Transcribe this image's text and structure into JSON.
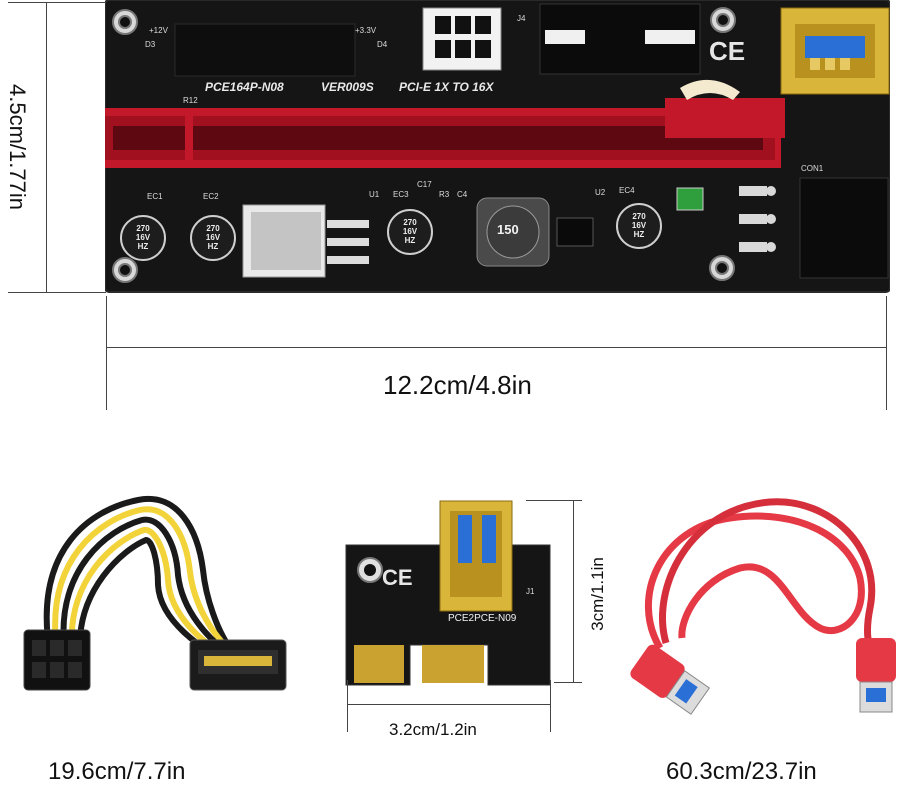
{
  "dimensions": {
    "board_height": "4.5cm/1.77in",
    "board_width": "12.2cm/4.8in",
    "cable_6pin_length": "19.6cm/7.7in",
    "adapter_width": "3.2cm/1.2in",
    "adapter_height": "3cm/1.1in",
    "usb_cable_length": "60.3cm/23.7in"
  },
  "board_markings": {
    "model": "PCE164P-N08",
    "version": "VER009S",
    "slot_label": "PCI-E 1X TO 16X",
    "v12": "+12V",
    "v33": "+3.3V",
    "inductor": "150",
    "cap_value_1": "270",
    "cap_value_2": "16V",
    "cap_value_3": "HZ",
    "ec1": "EC1",
    "ec2": "EC2",
    "ec3": "EC3",
    "ec4": "EC4",
    "u1": "U1",
    "u2": "U2",
    "c17": "C17",
    "d3": "D3",
    "d4": "D4",
    "j4": "J4",
    "con1": "CON1",
    "r12": "R12",
    "r3": "R3",
    "c4": "C4"
  },
  "adapter_markings": {
    "model": "PCE2PCE-N09",
    "j1": "J1"
  },
  "colors": {
    "pcb": "#141414",
    "slot_red": "#c3172a",
    "usb_gold": "#d9b53a",
    "usb_blue": "#2a6fd6",
    "cable_red": "#e63946",
    "wire_yellow": "#f2d43a"
  }
}
